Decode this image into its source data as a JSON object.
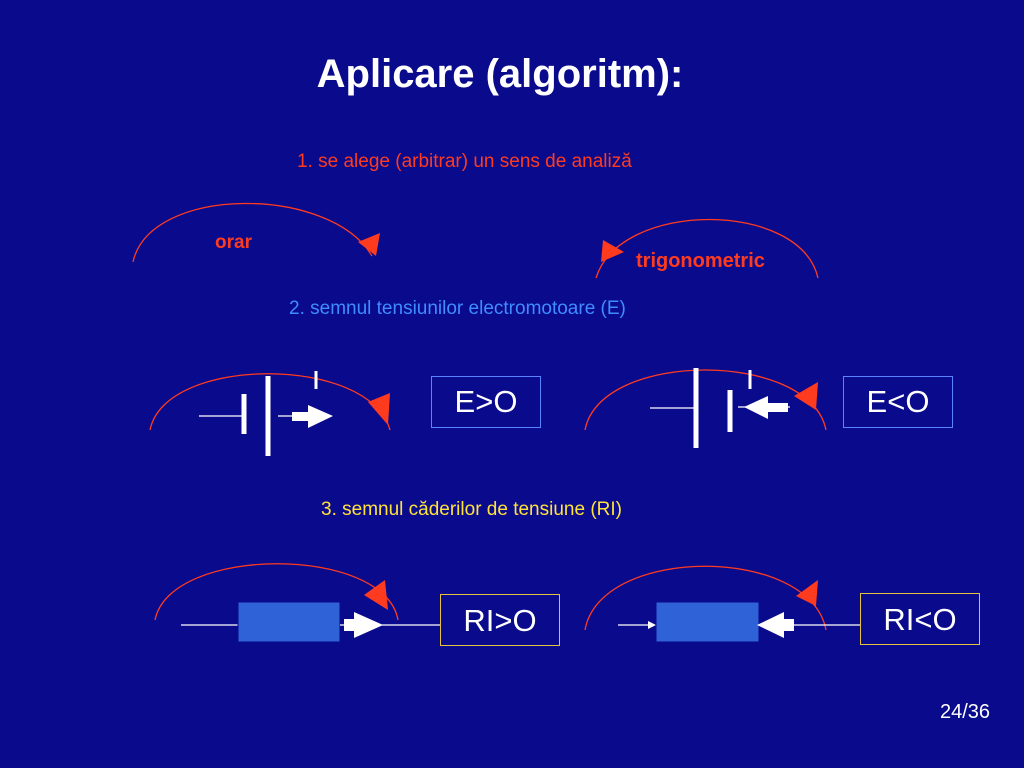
{
  "title": "Aplicare (algoritm):",
  "steps": {
    "step1": "1. se alege (arbitrar) un sens de analiză",
    "step2": "2. semnul tensiunilor electromotoare (E)",
    "step3": "3. semnul căderilor de tensiune (RI)"
  },
  "directions": {
    "clockwise": "orar",
    "counterclockwise": "trigonometric"
  },
  "emf_results": {
    "positive": "E>O",
    "negative": "E<O"
  },
  "drop_results": {
    "positive": "RI>O",
    "negative": "RI<O"
  },
  "page_number": "24/36",
  "colors": {
    "background": "#0a0a8c",
    "arc": "#ff3b1f",
    "arrow": "#ff3b1f",
    "resistor": "#2f62d6",
    "emf_box_border": "#5b82ff",
    "drop_box_border": "#e8c23a"
  }
}
